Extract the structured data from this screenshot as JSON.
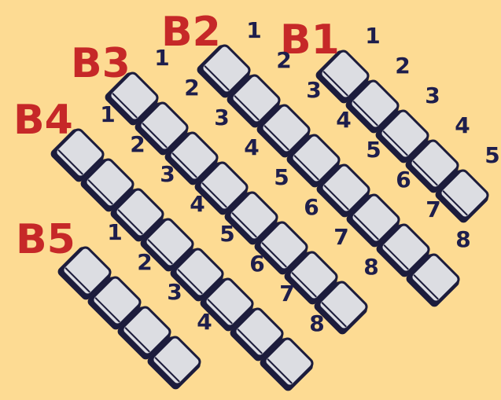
{
  "colors": {
    "background": "#FDDB93",
    "label": "#C62828",
    "number": "#1E1E4C",
    "seat_fill": "#DCDDE2",
    "seat_outline": "#1C1C3C"
  },
  "rows": [
    {
      "label": "B1",
      "seats": [
        "1",
        "2",
        "3",
        "4",
        "5"
      ]
    },
    {
      "label": "B2",
      "seats": [
        "1",
        "2",
        "3",
        "4",
        "5",
        "6",
        "7",
        "8"
      ]
    },
    {
      "label": "B3",
      "seats": [
        "1",
        "2",
        "3",
        "4",
        "5",
        "6",
        "7",
        "8"
      ]
    },
    {
      "label": "B4",
      "seats": [
        "1",
        "2",
        "3",
        "4",
        "5",
        "6",
        "7",
        "8"
      ]
    },
    {
      "label": "B5",
      "seats": [
        "1",
        "2",
        "3",
        "4"
      ]
    }
  ]
}
